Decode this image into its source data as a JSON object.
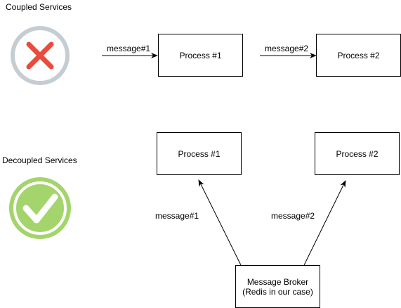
{
  "coupled": {
    "title": "Coupled Services",
    "status_icon": "cross-icon",
    "status_color": "#e74c3c",
    "ring_color": "#c5cdd3",
    "message_1": "message#1",
    "message_2": "message#2",
    "process_1": "Process #1",
    "process_2": "Process #2"
  },
  "decoupled": {
    "title": "Decoupled Services",
    "status_icon": "check-icon",
    "status_color": "#a4d46c",
    "ring_color": "#a4d46c",
    "message_1": "message#1",
    "message_2": "message#2",
    "process_1": "Process #1",
    "process_2": "Process #2",
    "broker_line_1": "Message Broker",
    "broker_line_2": "(Redis in our case)"
  }
}
